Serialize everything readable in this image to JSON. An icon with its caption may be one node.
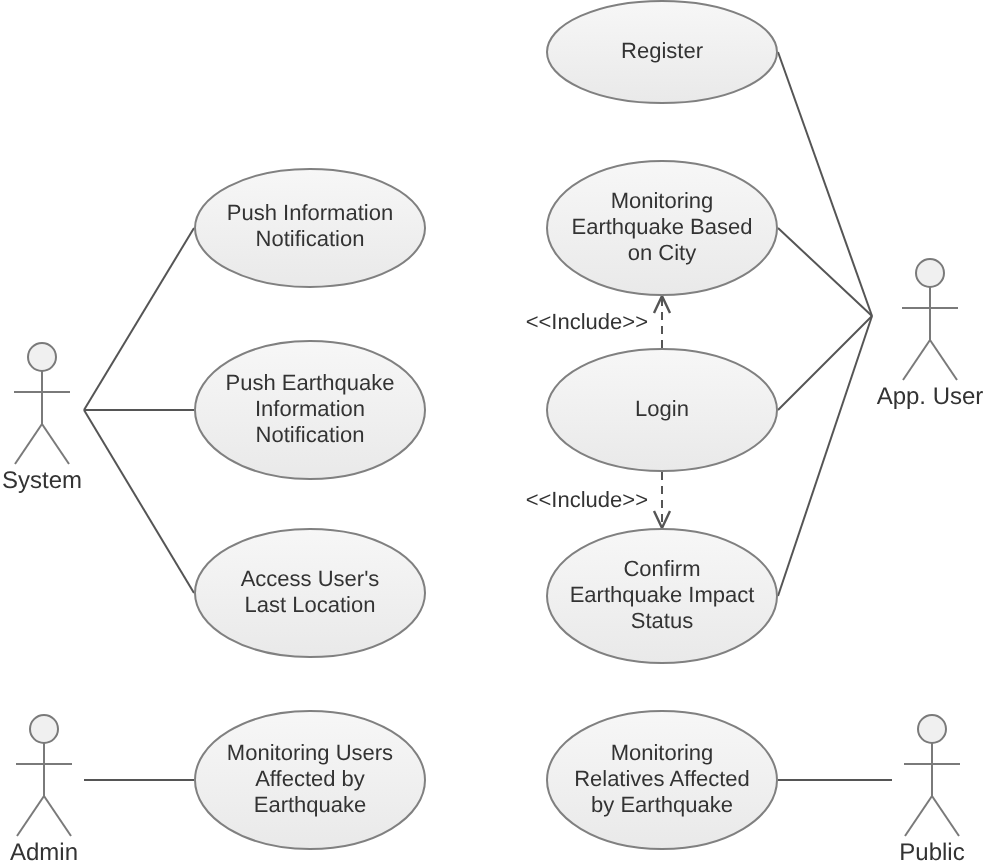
{
  "diagram": {
    "nodes": [
      {
        "text": [
          "Register"
        ]
      },
      {
        "text": [
          "Push Information Notification"
        ]
      },
      {
        "text": [
          "Monitoring Earthquake Based on City"
        ]
      },
      {
        "text": [
          "App. User"
        ]
      },
      {
        "text": [
          "System"
        ]
      },
      {
        "text": [
          "Push Earthquake Information Notification"
        ]
      },
      {
        "text": [
          "Login"
        ]
      },
      {
        "text": [
          "Access User's Last Location"
        ]
      },
      {
        "text": [
          "Confirm Earthquake Impact Status"
        ]
      },
      {
        "text": [
          "Admin"
        ]
      },
      {
        "text": [
          "Monitoring Users Affected by Earthquake"
        ]
      },
      {
        "text": [
          "Monitoring Relatives Affected by Earthquake"
        ]
      },
      {
        "text": [
          "Public"
        ]
      }
    ],
    "edges": [
      {
        "from": 4,
        "to": 1,
        "arrow": "none"
      },
      {
        "from": 4,
        "to": 5,
        "arrow": "none"
      },
      {
        "from": 4,
        "to": 7,
        "arrow": "none"
      },
      {
        "from": 3,
        "to": 0,
        "arrow": "none"
      },
      {
        "from": 3,
        "to": 2,
        "arrow": "none"
      },
      {
        "from": 3,
        "to": 6,
        "arrow": "none"
      },
      {
        "from": 3,
        "to": 8,
        "arrow": "none"
      },
      {
        "from": 6,
        "to": 2,
        "arrow": "to",
        "style": "dashed",
        "label": "<<Include>>"
      },
      {
        "from": 6,
        "to": 8,
        "arrow": "to",
        "style": "dashed",
        "label": "<<Include>>"
      },
      {
        "from": 9,
        "to": 10,
        "arrow": "none"
      },
      {
        "from": 11,
        "to": 12,
        "arrow": "none"
      }
    ]
  }
}
